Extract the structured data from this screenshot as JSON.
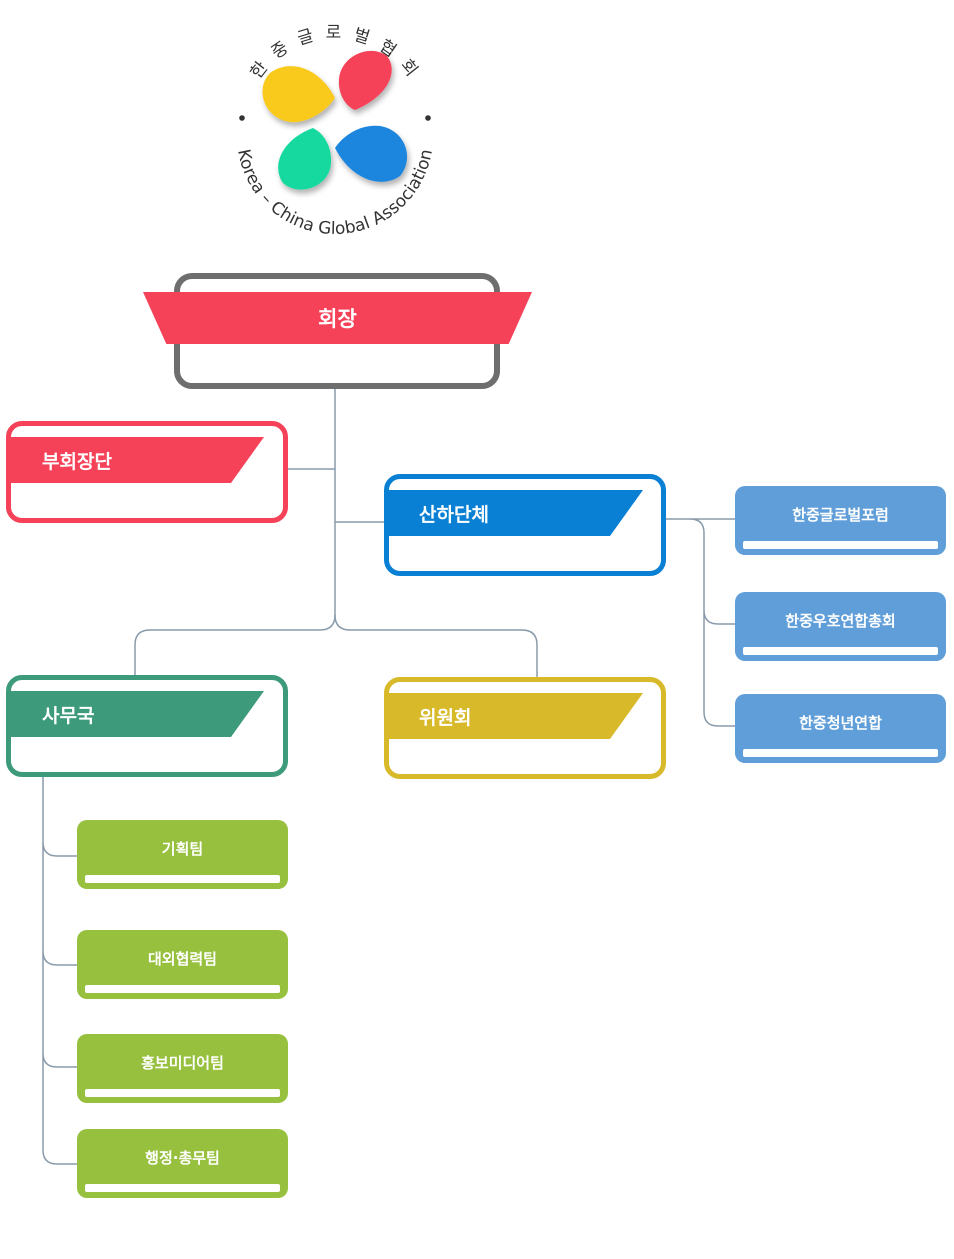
{
  "logo": {
    "korean_text": "한 중 글 로 벌 협 회",
    "english_text": "Korea – China Global Association",
    "petal_colors": [
      "#f9c91c",
      "#f64258",
      "#17d9a0",
      "#1c86de"
    ]
  },
  "president": {
    "label": "회장",
    "color": "#f64258",
    "frame_color": "#6e6e6e"
  },
  "vice": {
    "label": "부회장단",
    "color": "#f64258"
  },
  "subsidiary": {
    "label": "산하단체",
    "color": "#0a80d4",
    "children": [
      "한중글로벌포럼",
      "한중우호연합총회",
      "한중청년연합"
    ],
    "child_color": "#5f9ed8"
  },
  "secretariat": {
    "label": "사무국",
    "color": "#3d9a7a",
    "children": [
      "기획팀",
      "대외협력팀",
      "홍보미디어팀",
      "행정·총무팀"
    ],
    "child_color": "#96c03e"
  },
  "committee": {
    "label": "위원회",
    "color": "#d8b92a"
  },
  "line_color": "#8a9bab"
}
